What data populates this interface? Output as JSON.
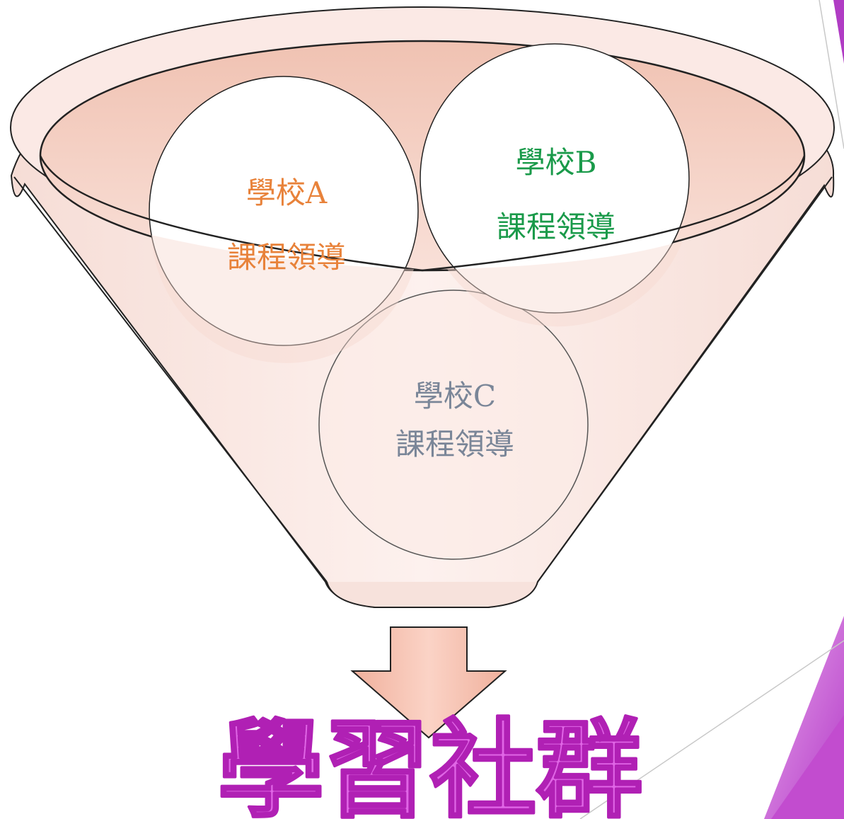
{
  "circles": [
    {
      "id": "a",
      "line1": "學校A",
      "line2": "課程領導",
      "color": "#e8823a"
    },
    {
      "id": "b",
      "line1": "學校B",
      "line2": "課程領導",
      "color": "#1a9a4a"
    },
    {
      "id": "c",
      "line1": "學校C",
      "line2": "課程領導",
      "color": "#7a8698"
    }
  ],
  "result": {
    "title": "學習社群",
    "color": "#e066e6",
    "outline": "#b020b4"
  },
  "colors": {
    "funnel_fill": "#fbe9e5",
    "funnel_rim": "#f5d2c6",
    "arrow_fill": "#f2b6a4",
    "decor_purple": "#b03cc4"
  }
}
